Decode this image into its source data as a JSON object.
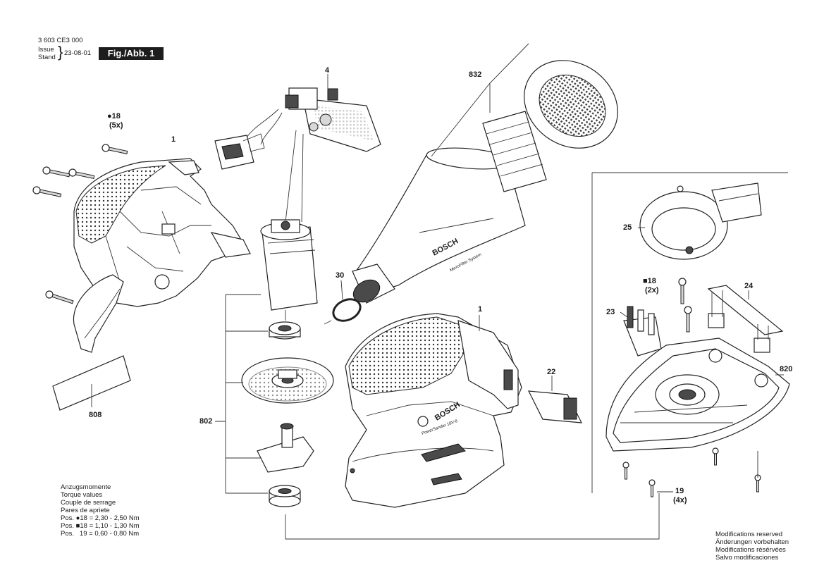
{
  "header": {
    "doc_number": "3 603 CE3 000",
    "issue_label": "Issue",
    "stand_label": "Stand",
    "date": "23-08-01",
    "figure": "Fig./Abb. 1"
  },
  "callouts": {
    "c4": "4",
    "c832": "832",
    "c18a_sym": "●18",
    "c18a_qty": "(5x)",
    "c1_top": "1",
    "c25": "25",
    "c30": "30",
    "c1_main": "1",
    "c18b_sym": "■18",
    "c18b_qty": "(2x)",
    "c24": "24",
    "c23": "23",
    "c22": "22",
    "c820": "820",
    "c808": "808",
    "c802": "802",
    "c19": "19",
    "c19_qty": "(4x)"
  },
  "torque": {
    "lines": [
      "Anzugsmomente",
      "Torque values",
      "Couple de serrage",
      "Pares de apriete"
    ],
    "rows": [
      "Pos. ●18 = 2,30 - 2,50 Nm",
      "Pos. ■18 = 1,10 - 1,30 Nm",
      "Pos.   19 = 0,60 - 0,80 Nm"
    ]
  },
  "modifications": [
    "Modifications reserved",
    "Änderungen vorbehalten",
    "Modifications résérvées",
    "Salvo modificaciones"
  ],
  "brand": {
    "logo_text": "BOSCH",
    "product_text": "PowerSander 18V-8",
    "dust_text": "MicroFilter System"
  }
}
